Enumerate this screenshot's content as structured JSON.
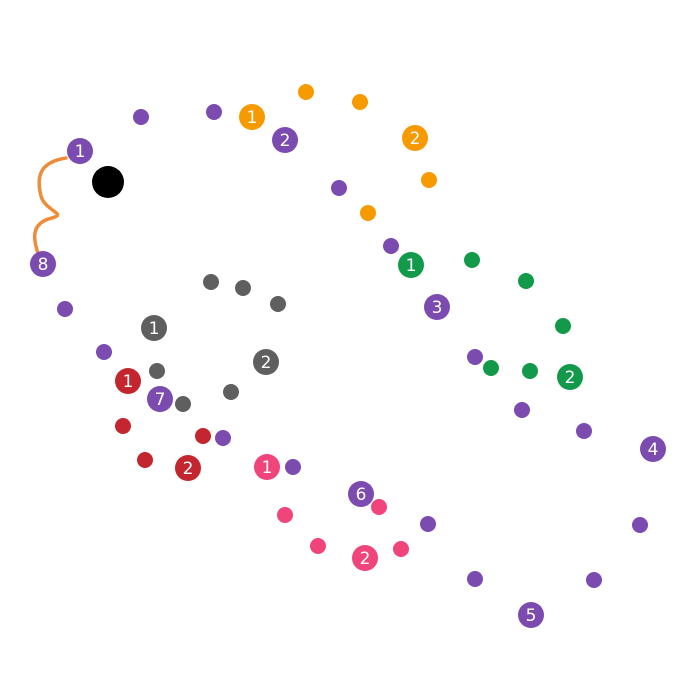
{
  "colors": {
    "purple": "#7b4bb0",
    "orange": "#f79a00",
    "green": "#129a4a",
    "gray": "#5f5f5f",
    "red": "#c3262e",
    "pink": "#f0457a",
    "player": "#000000",
    "trail": "#ef8c3a"
  },
  "labels": {
    "purple": [
      "1",
      "2",
      "3",
      "4",
      "5",
      "6",
      "7",
      "8"
    ],
    "orange": [
      "1",
      "2"
    ],
    "green": [
      "1",
      "2"
    ],
    "gray": [
      "1",
      "2"
    ],
    "red": [
      "1",
      "2"
    ],
    "pink": [
      "1",
      "2"
    ]
  }
}
